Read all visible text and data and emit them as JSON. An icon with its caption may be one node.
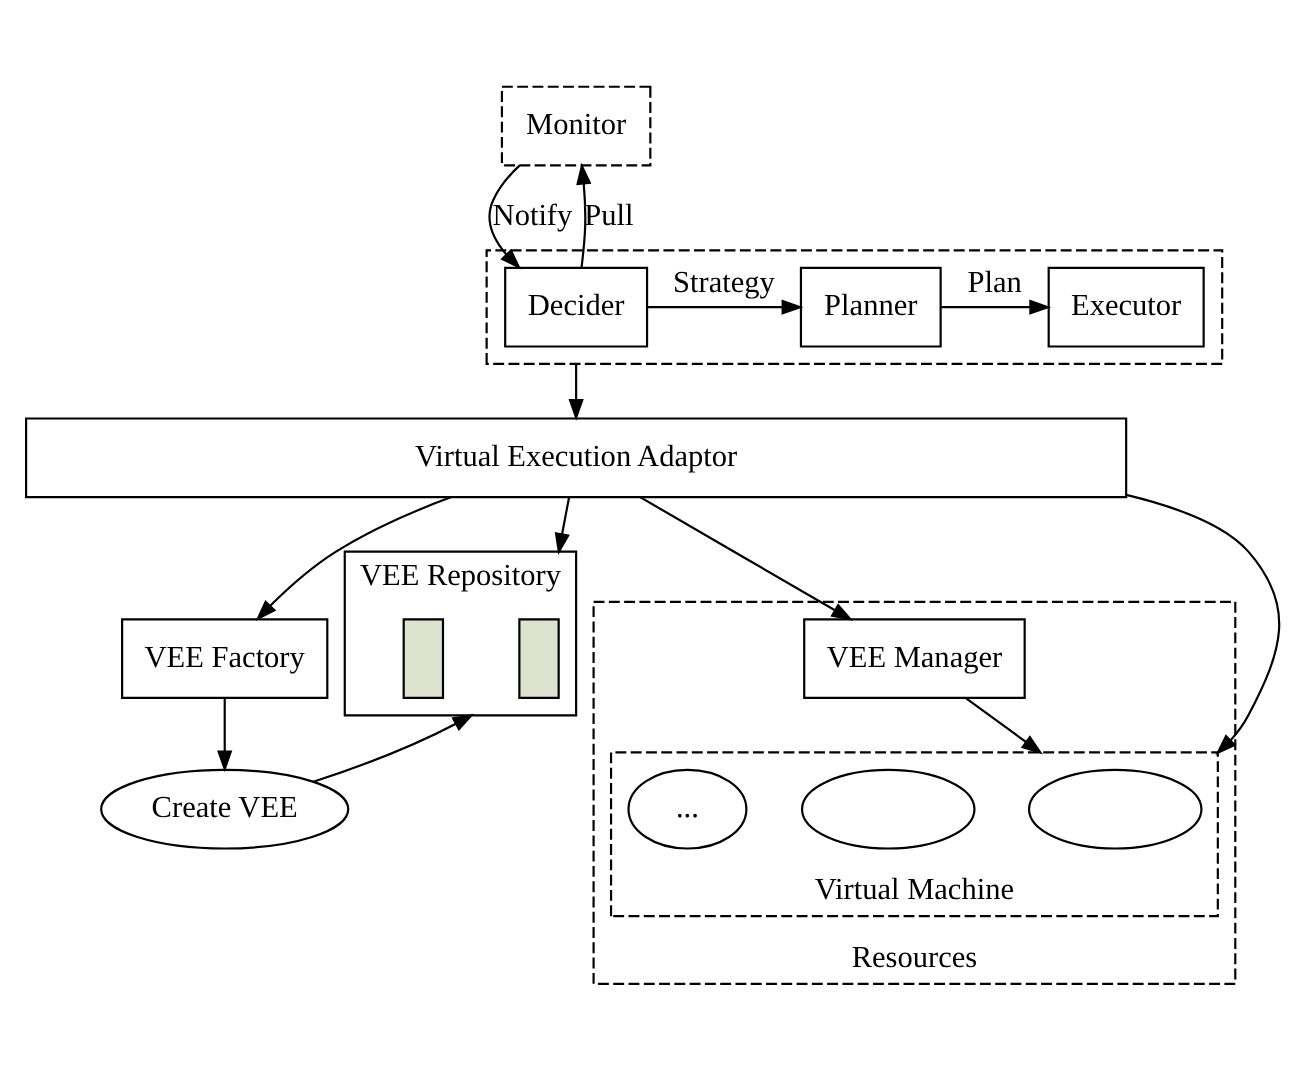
{
  "diagram": {
    "nodes": [
      {
        "text": [
          "Monitor"
        ]
      },
      {
        "text": [],
        "shape": "box"
      },
      {
        "text": [
          "Decider"
        ],
        "in": 1
      },
      {
        "text": [
          "Planner"
        ],
        "in": 1
      },
      {
        "text": [
          "Executor"
        ],
        "in": 1
      },
      {
        "text": [
          "Virtual Execution Adaptor"
        ]
      },
      {
        "text": [
          "VEE Factory"
        ]
      },
      {
        "text": [
          "VEE Repository"
        ]
      },
      {
        "text": [],
        "shape": "box",
        "in": 7
      },
      {
        "text": [],
        "shape": "box",
        "in": 7
      },
      {
        "text": [
          "Resources"
        ]
      },
      {
        "text": [
          "VEE Manager"
        ],
        "in": 10
      },
      {
        "text": [
          "Virtual Machine"
        ],
        "in": 10
      },
      {
        "text": [],
        "shape": "ellipse",
        "in": 12
      },
      {
        "text": [],
        "shape": "ellipse",
        "in": 12
      },
      {
        "text": [
          "..."
        ],
        "in": 12
      },
      {
        "text": [
          "Create VEE"
        ]
      }
    ],
    "edges": [
      {
        "from": 2,
        "to": 0,
        "arrow": "to",
        "label": "Pull"
      },
      {
        "from": 0,
        "to": 2,
        "arrow": "to",
        "label": "Notify"
      },
      {
        "from": 2,
        "to": 3,
        "arrow": "to",
        "label": "Strategy"
      },
      {
        "from": 3,
        "to": 4,
        "arrow": "to",
        "label": "Plan"
      },
      {
        "from": 1,
        "to": 5,
        "arrow": "to"
      },
      {
        "from": 5,
        "to": 6,
        "arrow": "to"
      },
      {
        "from": 5,
        "to": 7,
        "arrow": "to"
      },
      {
        "from": 5,
        "to": 11,
        "arrow": "to"
      },
      {
        "from": 5,
        "to": 12,
        "arrow": "to"
      },
      {
        "from": 6,
        "to": 16,
        "arrow": "to"
      },
      {
        "from": 16,
        "to": 7,
        "arrow": "to"
      },
      {
        "from": 11,
        "to": 12,
        "arrow": "to"
      }
    ]
  }
}
